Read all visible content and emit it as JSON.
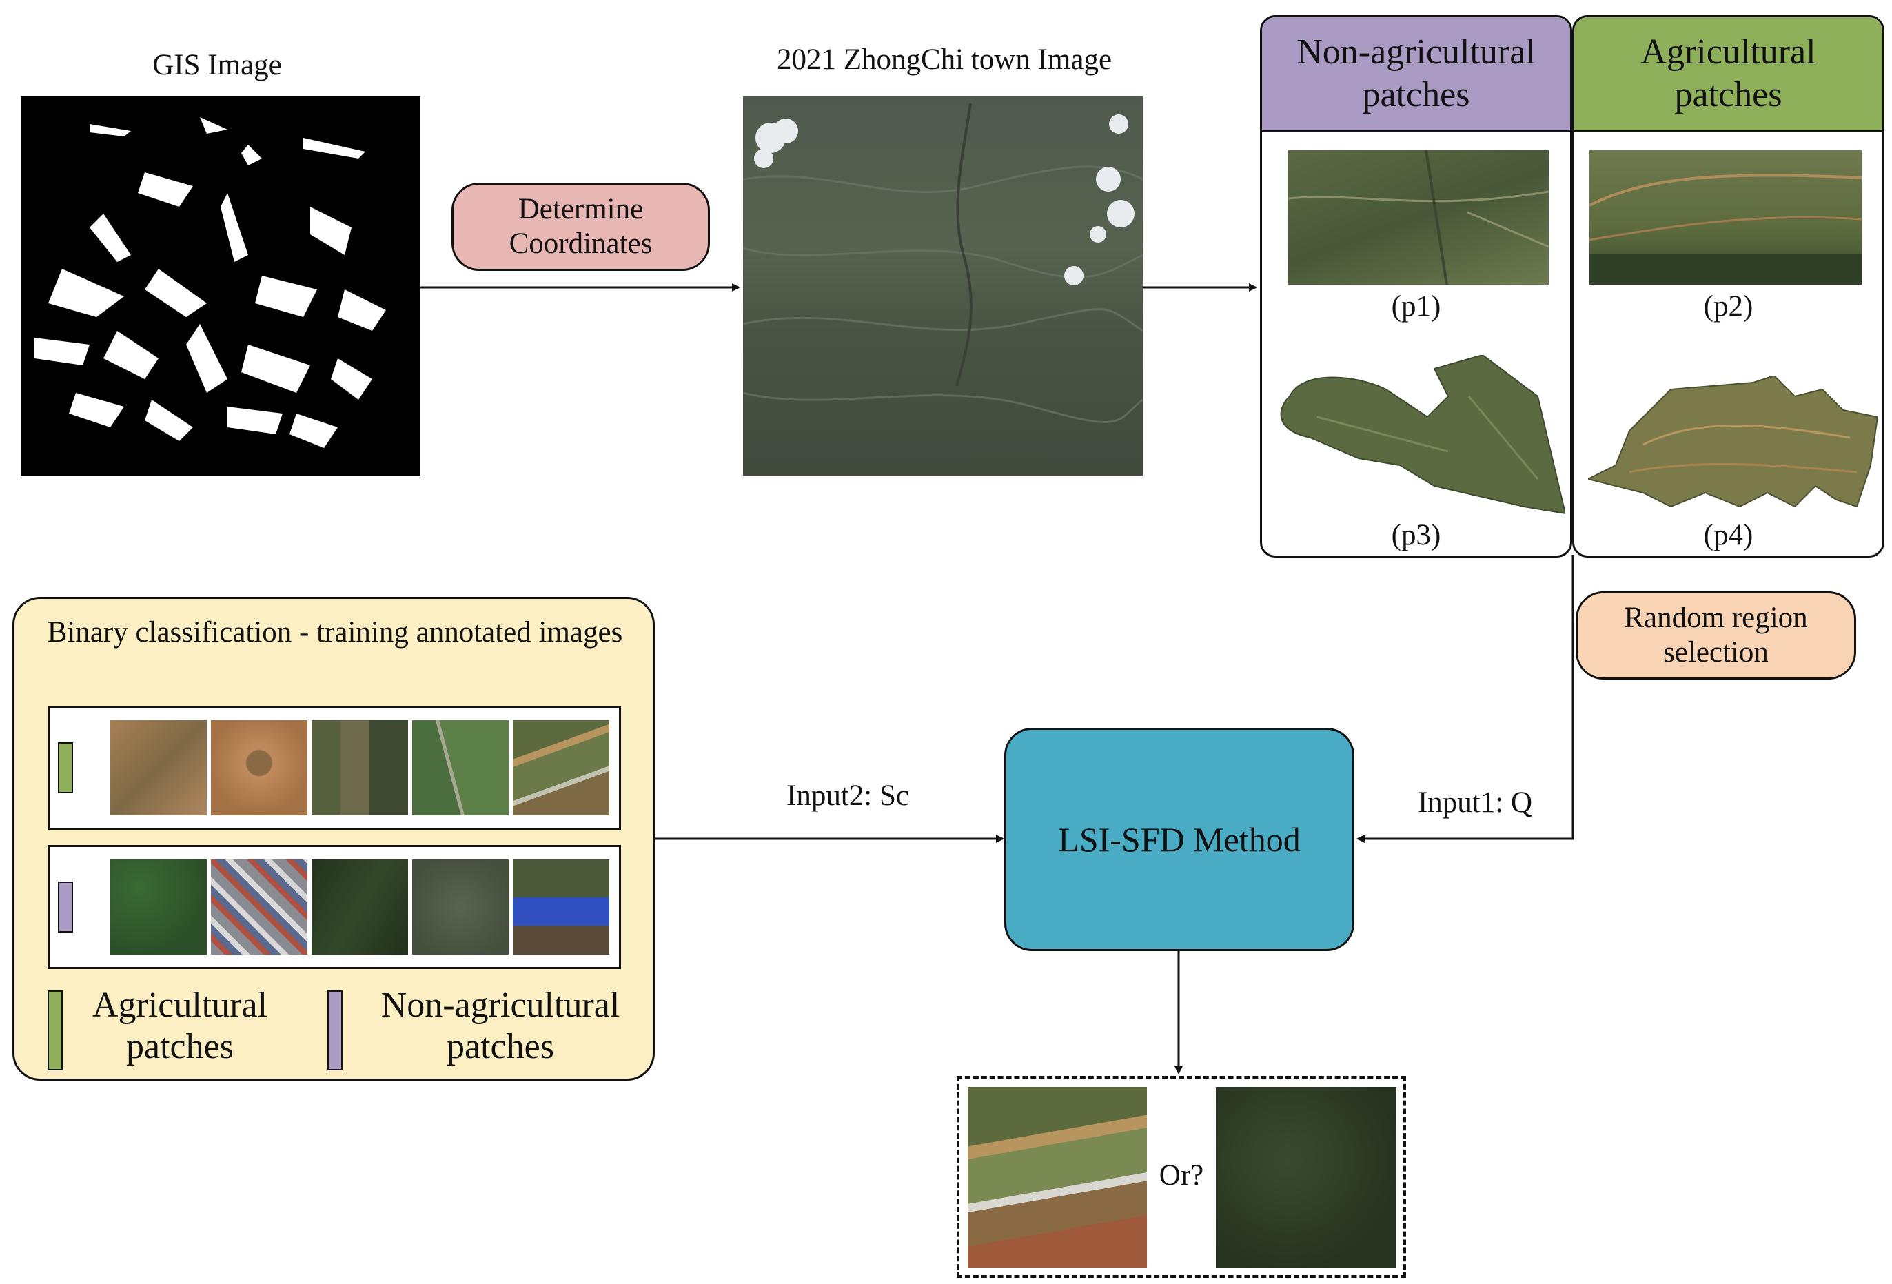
{
  "top": {
    "gis_title": "GIS Image",
    "town_title": "2021 ZhongChi town Image",
    "determine_label": "Determine Coordinates"
  },
  "patch_panel": {
    "non_ag_header": "Non-agricultural patches",
    "ag_header": "Agricultural patches",
    "captions": [
      "(p1)",
      "(p2)",
      "(p3)",
      "(p4)"
    ],
    "non_ag_color": "#a99bc4",
    "ag_color": "#8fb05a"
  },
  "random_selection_label": "Random region selection",
  "training": {
    "title": "Binary classification - training annotated images",
    "legend_ag": "Agricultural patches",
    "legend_non_ag": "Non-agricultural patches",
    "box_color": "#fdefc4"
  },
  "method": {
    "label": "LSI-SFD Method",
    "input1": "Input1: Q",
    "input2": "Input2: Sc",
    "color": "#4aabc4"
  },
  "result": {
    "or_label": "Or?"
  },
  "colors": {
    "determine_box": "#e8b7b3",
    "random_box": "#f8d4b4"
  }
}
